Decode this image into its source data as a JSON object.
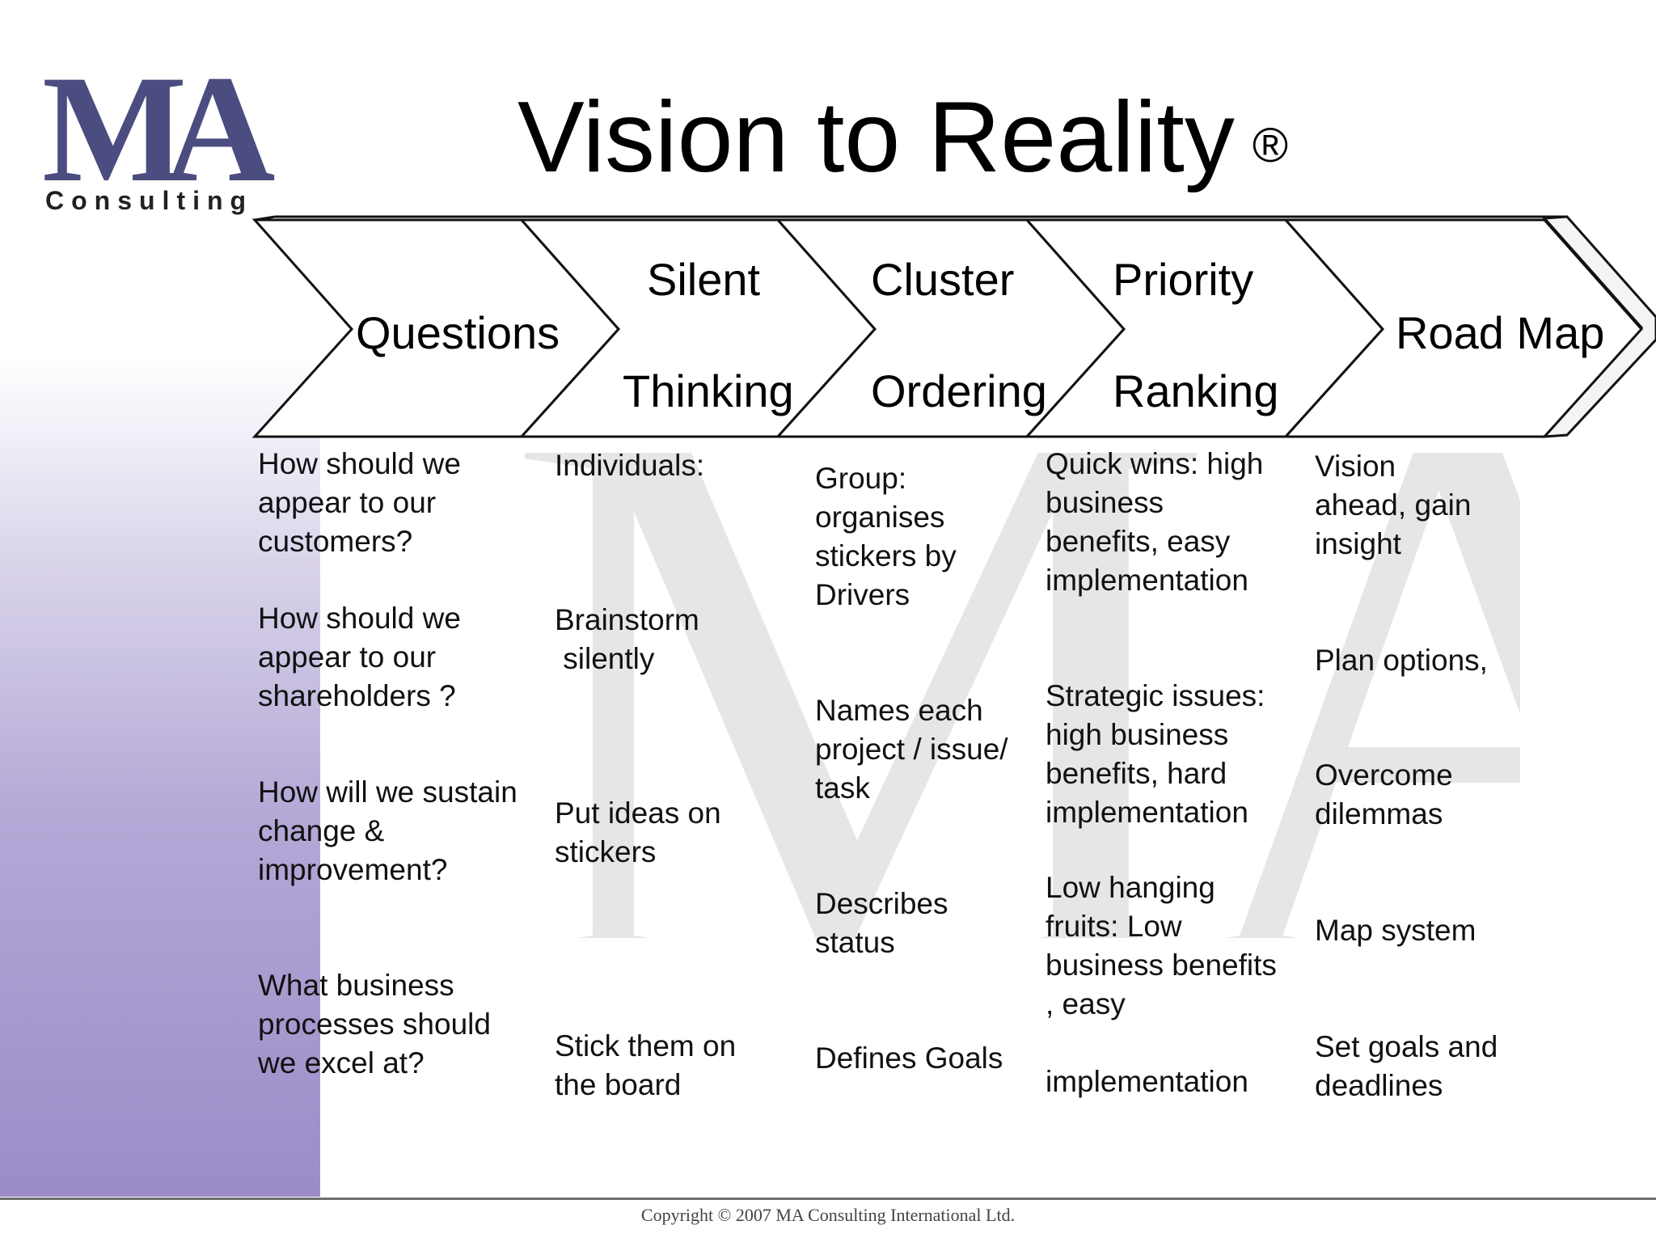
{
  "logo": {
    "mark": "MA",
    "subtitle": "Consulting"
  },
  "watermark": "MA",
  "title": {
    "text": "Vision to Reality",
    "mark": "®"
  },
  "stages": [
    {
      "line1": "Questions",
      "line2": ""
    },
    {
      "line1": "Silent",
      "line2": "Thinking"
    },
    {
      "line1": "Cluster",
      "line2": "Ordering"
    },
    {
      "line1": "Priority",
      "line2": "Ranking"
    },
    {
      "line1": "Road Map",
      "line2": ""
    }
  ],
  "columns": [
    {
      "items": [
        [
          "How should we",
          "appear to our",
          "customers?"
        ],
        [
          "How should we",
          "appear to our",
          "shareholders ?"
        ],
        [
          "How will we sustain",
          "change   &",
          "improvement?"
        ],
        [
          "What business",
          "processes should",
          "we excel at?"
        ]
      ]
    },
    {
      "items": [
        [
          "Individuals:"
        ],
        [
          "Brainstorm",
          " silently"
        ],
        [
          "Put ideas on",
          "stickers"
        ],
        [
          "Stick them on",
          "the board"
        ]
      ]
    },
    {
      "items": [
        [
          "Group:",
          "organises",
          "stickers by",
          "Drivers"
        ],
        [
          "Names each",
          "project / issue/",
          "task"
        ],
        [
          "Describes",
          "status"
        ],
        [
          "Defines Goals"
        ]
      ]
    },
    {
      "items": [
        [
          "Quick wins: high",
          "business",
          "benefits, easy",
          "implementation"
        ],
        [
          "Strategic issues:",
          "high business",
          "benefits, hard",
          "implementation"
        ],
        [
          "Low hanging",
          "fruits: Low",
          "business benefits",
          ", easy"
        ],
        [
          "implementation"
        ]
      ]
    },
    {
      "items": [
        [
          "Vision",
          "ahead, gain",
          "insight"
        ],
        [
          "Plan options,"
        ],
        [
          "Overcome",
          "dilemmas"
        ],
        [
          "Map system"
        ],
        [
          "Set goals and",
          "deadlines"
        ]
      ]
    }
  ],
  "footer": "Copyright © 2007 MA Consulting International Ltd."
}
